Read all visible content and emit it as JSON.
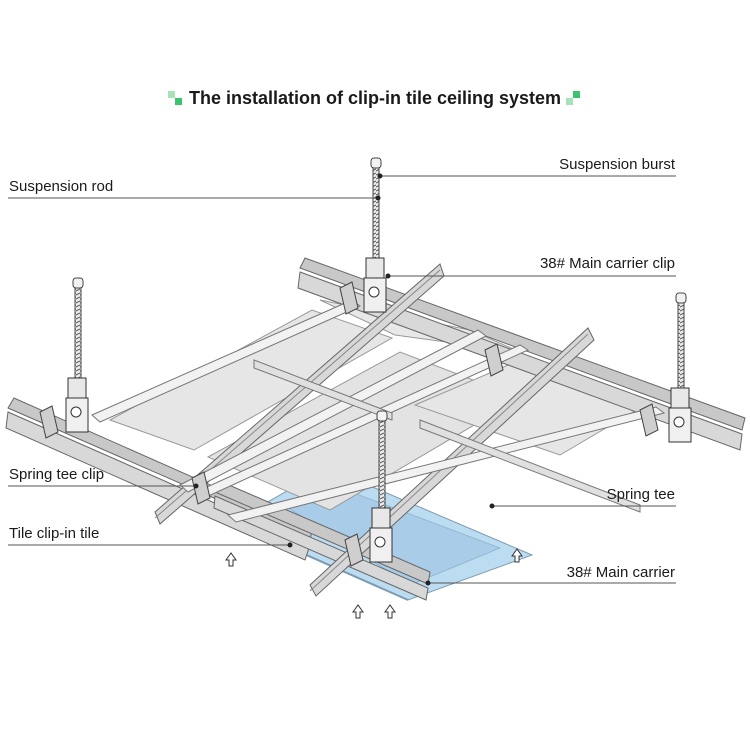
{
  "title": "The installation of clip-in tile ceiling system",
  "labels": {
    "suspension_rod": "Suspension rod",
    "suspension_burst": "Suspension burst",
    "main_carrier_clip": "38# Main carrier clip",
    "spring_tee_clip": "Spring tee clip",
    "spring_tee": "Spring tee",
    "tile_clip_in_tile": "Tile clip-in tile",
    "main_carrier": "38# Main carrier"
  },
  "colors": {
    "accent_green": "#3cc36e",
    "accent_green_light": "#a6e3b9",
    "tile_blue": "#bcdcf2",
    "panel_grey": "#e6e6e6",
    "rail_grey": "#d4d4d4",
    "leader_line": "#555555"
  }
}
